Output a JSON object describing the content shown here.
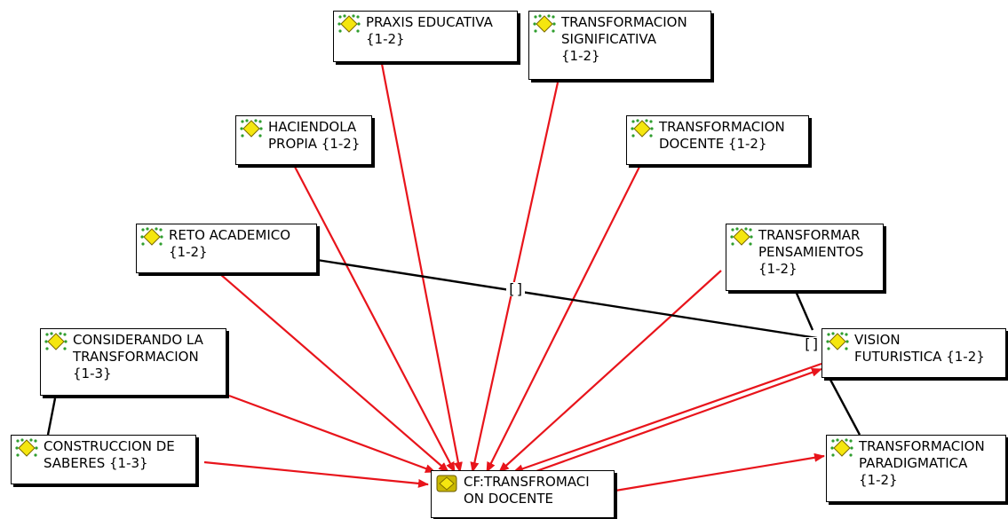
{
  "colors": {
    "association": "#e8141b",
    "link": "#000000",
    "icon_fill": "#f5e60f",
    "icon_dots": "#2f9e2f"
  },
  "nodes": {
    "praxis": {
      "title": "PRAXIS EDUCATIVA",
      "count": "{1-2}",
      "icon": "code-icon"
    },
    "transf_signif": {
      "title": "TRANSFORMACION SIGNIFICATIVA",
      "count": "{1-2}",
      "icon": "code-icon"
    },
    "haciendola": {
      "title": "HACIENDOLA PROPIA",
      "count": "{1-2}",
      "icon": "code-icon"
    },
    "transf_docente": {
      "title": "TRANSFORMACION DOCENTE",
      "count": "{1-2}",
      "icon": "code-icon"
    },
    "reto": {
      "title": "RETO ACADEMICO",
      "count": "{1-2}",
      "icon": "code-icon"
    },
    "transf_pens": {
      "title": "TRANSFORMAR PENSAMIENTOS",
      "count": "{1-2}",
      "icon": "code-icon"
    },
    "considerando": {
      "title": "CONSIDERANDO LA TRANSFORMACION",
      "count": "{1-3}",
      "icon": "code-icon"
    },
    "vision": {
      "title": "VISION FUTURISTICA",
      "count": "{1-2}",
      "icon": "code-icon"
    },
    "construccion": {
      "title": "CONSTRUCCION DE SABERES",
      "count": "{1-3}",
      "icon": "code-icon"
    },
    "cf": {
      "title": "CF:TRANSFROMACION DOCENTE",
      "icon": "family-icon"
    },
    "paradigm": {
      "title": "TRANSFORMACION PARADIGMATICA",
      "count": "{1-2}",
      "icon": "code-icon"
    }
  },
  "node_lines": {
    "praxis": [
      "PRAXIS EDUCATIVA",
      "{1-2}"
    ],
    "transf_signif": [
      "TRANSFORMACION",
      "SIGNIFICATIVA",
      "{1-2}"
    ],
    "haciendola": [
      "HACIENDOLA",
      "PROPIA {1-2}"
    ],
    "transf_docente": [
      "TRANSFORMACION",
      "DOCENTE {1-2}"
    ],
    "reto": [
      "RETO ACADEMICO",
      "{1-2}"
    ],
    "transf_pens": [
      "TRANSFORMAR",
      "PENSAMIENTOS",
      "{1-2}"
    ],
    "considerando": [
      "CONSIDERANDO LA",
      "TRANSFORMACION",
      "{1-3}"
    ],
    "vision": [
      "VISION",
      "FUTURISTICA {1-2}"
    ],
    "construccion": [
      "CONSTRUCCION DE",
      "SABERES {1-3}"
    ],
    "cf": [
      "CF:TRANSFROMACI",
      "ON DOCENTE"
    ],
    "paradigm": [
      "TRANSFORMACION",
      "PARADIGMATICA",
      "{1-2}"
    ]
  },
  "relation_labels": {
    "reto_vision": "[]",
    "pens_vision": "[]",
    "considerando_construccion": "[]"
  }
}
